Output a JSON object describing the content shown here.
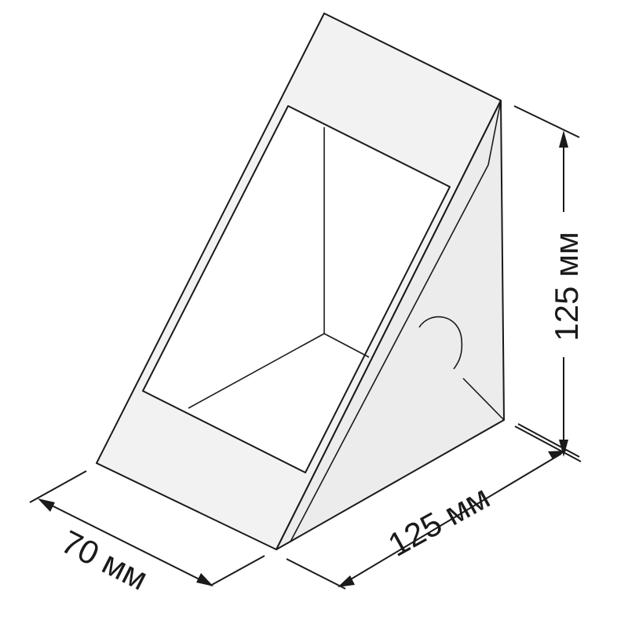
{
  "diagram": {
    "dimensions": {
      "depth": "70 мм",
      "width": "125 мм",
      "height": "125 мм"
    },
    "colors": {
      "line": "#1a1a1a",
      "box_face": "#f2f2f2",
      "box_side": "#ececec",
      "window": "#ffffff",
      "background": "#ffffff"
    }
  }
}
